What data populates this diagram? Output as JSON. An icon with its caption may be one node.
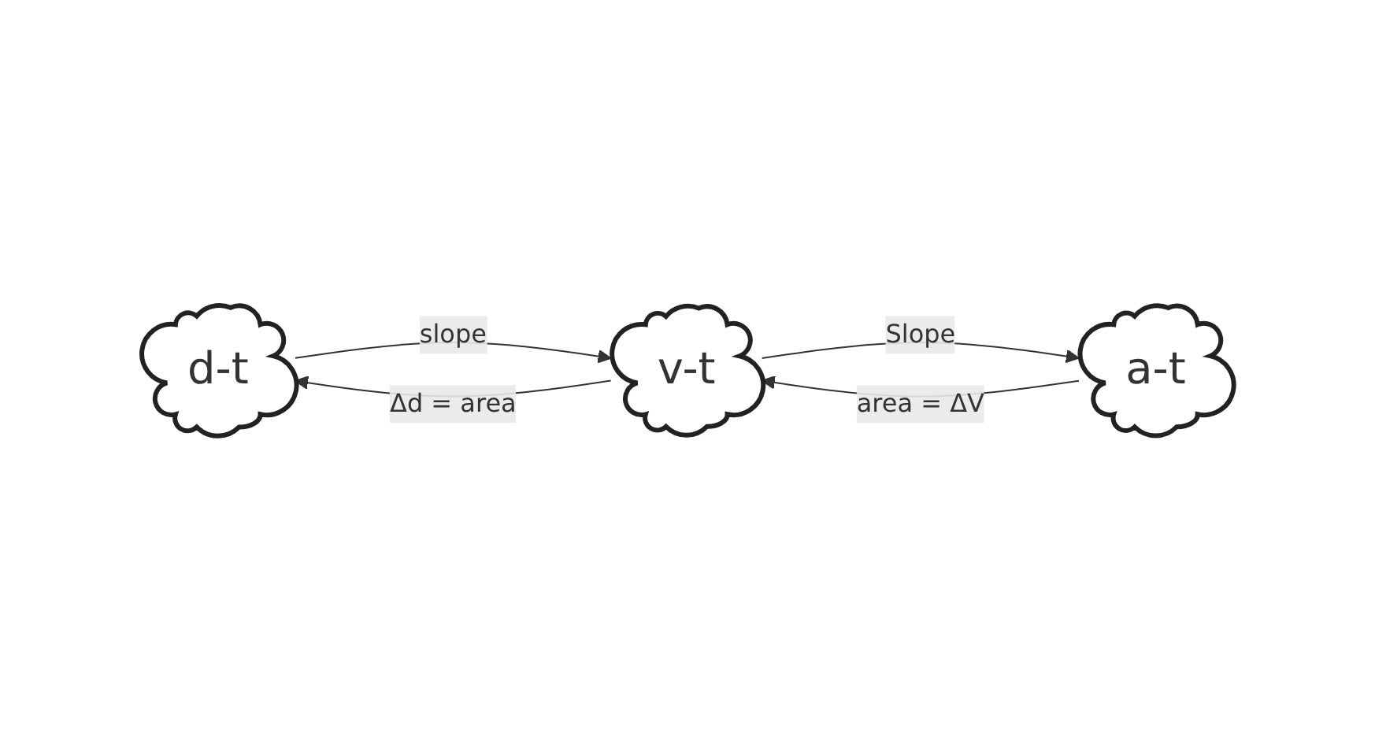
{
  "diagram": {
    "nodes": [
      {
        "text": [
          "d-t"
        ]
      },
      {
        "text": [
          "v-t"
        ]
      },
      {
        "text": [
          "a-t"
        ]
      }
    ],
    "edges": [
      {
        "from": 0,
        "to": 1,
        "arrow": "to",
        "label": "slope"
      },
      {
        "from": 1,
        "to": 2,
        "arrow": "to",
        "label": "Slope"
      },
      {
        "from": 2,
        "to": 1,
        "arrow": "to",
        "label": "area = ΔV"
      },
      {
        "from": 1,
        "to": 0,
        "arrow": "to",
        "label": "Δd = area"
      }
    ]
  }
}
